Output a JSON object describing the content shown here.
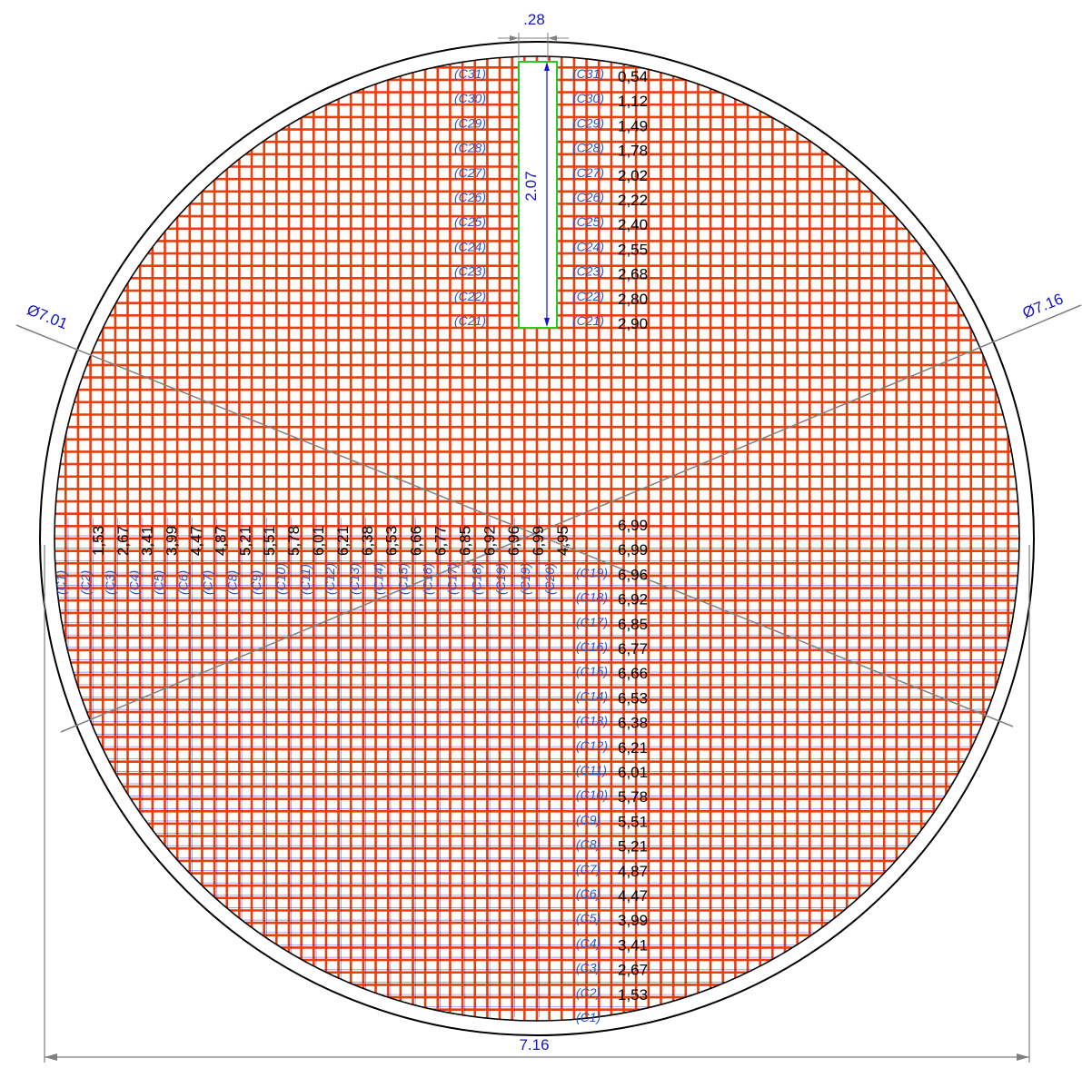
{
  "colors": {
    "grid": "#e8400c",
    "tube_hole": "#22cc22",
    "dimension": "#1515c8",
    "outline": "#000000",
    "label": "#2a55c8",
    "value": "#000000",
    "construction": "#808080"
  },
  "dimensions": {
    "slot_width": ".28",
    "slot_height": "2.07",
    "diameter_inner": "Ø7.01",
    "diameter_outer": "Ø7.16",
    "overall_width": "7.16"
  },
  "top_rows": [
    {
      "label": "(C31)",
      "value": "0,54"
    },
    {
      "label": "(C30)",
      "value": "1,12"
    },
    {
      "label": "(C29)",
      "value": "1,49"
    },
    {
      "label": "(C28)",
      "value": "1,78"
    },
    {
      "label": "(C27)",
      "value": "2,02"
    },
    {
      "label": "(C26)",
      "value": "2,22"
    },
    {
      "label": "(C25)",
      "value": "2,40"
    },
    {
      "label": "(C24)",
      "value": "2,55"
    },
    {
      "label": "(C23)",
      "value": "2,68"
    },
    {
      "label": "(C22)",
      "value": "2,80"
    },
    {
      "label": "(C21)",
      "value": "2,90"
    }
  ],
  "bottom_rows": [
    {
      "label": "",
      "value": "6,99"
    },
    {
      "label": "",
      "value": "6,99"
    },
    {
      "label": "(C19)",
      "value": "6,96"
    },
    {
      "label": "(C18)",
      "value": "6,92"
    },
    {
      "label": "(C17)",
      "value": "6,85"
    },
    {
      "label": "(C16)",
      "value": "6,77"
    },
    {
      "label": "(C15)",
      "value": "6,66"
    },
    {
      "label": "(C14)",
      "value": "6,53"
    },
    {
      "label": "(C13)",
      "value": "6,38"
    },
    {
      "label": "(C12)",
      "value": "6,21"
    },
    {
      "label": "(C11)",
      "value": "6,01"
    },
    {
      "label": "(C10)",
      "value": "5,78"
    },
    {
      "label": "(C9)",
      "value": "5,51"
    },
    {
      "label": "(C8)",
      "value": "5,21"
    },
    {
      "label": "(C7)",
      "value": "4,87"
    },
    {
      "label": "(C6)",
      "value": "4,47"
    },
    {
      "label": "(C5)",
      "value": "3,99"
    },
    {
      "label": "(C4)",
      "value": "3,41"
    },
    {
      "label": "(C3)",
      "value": "2,67"
    },
    {
      "label": "(C2)",
      "value": "1,53"
    },
    {
      "label": "(C1)",
      "value": ""
    }
  ],
  "columns": [
    {
      "label": "(C1)",
      "value": ""
    },
    {
      "label": "(C2)",
      "value": "1,53"
    },
    {
      "label": "(C3)",
      "value": "2,67"
    },
    {
      "label": "(C4)",
      "value": "3,41"
    },
    {
      "label": "(C5)",
      "value": "3,99"
    },
    {
      "label": "(C6)",
      "value": "4,47"
    },
    {
      "label": "(C7)",
      "value": "4,87"
    },
    {
      "label": "(C8)",
      "value": "5,21"
    },
    {
      "label": "(C9)",
      "value": "5,51"
    },
    {
      "label": "(C10)",
      "value": "5,78"
    },
    {
      "label": "(C11)",
      "value": "6,01"
    },
    {
      "label": "(C12)",
      "value": "6,21"
    },
    {
      "label": "(C13)",
      "value": "6,38"
    },
    {
      "label": "(C14)",
      "value": "6,53"
    },
    {
      "label": "(C15)",
      "value": "6,66"
    },
    {
      "label": "(C16)",
      "value": "6,77"
    },
    {
      "label": "(C17)",
      "value": "6,85"
    },
    {
      "label": "(C18)",
      "value": "6,92"
    },
    {
      "label": "(C19)",
      "value": "6,96"
    },
    {
      "label": "(C19)",
      "value": "6,99"
    },
    {
      "label": "(C20)",
      "value": "4,95"
    }
  ]
}
